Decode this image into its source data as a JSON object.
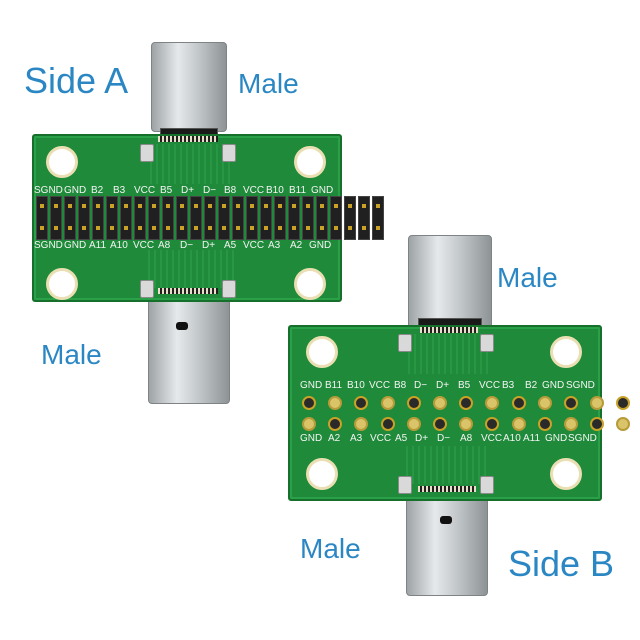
{
  "labels": {
    "side_a": "Side A",
    "side_b": "Side B",
    "male_a_top": "Male",
    "male_a_bottom": "Male",
    "male_b_top": "Male",
    "male_b_bottom": "Male"
  },
  "board_a": {
    "top_pins": [
      "SGND",
      "GND",
      "B2",
      "B3",
      "VCC",
      "B5",
      "D+",
      "D−",
      "B8",
      "VCC",
      "B10",
      "B11",
      "GND"
    ],
    "bottom_pins": [
      "SGND",
      "GND",
      "A11",
      "A10",
      "VCC",
      "A8",
      "D−",
      "D+",
      "A5",
      "VCC",
      "A3",
      "A2",
      "GND"
    ]
  },
  "board_b": {
    "top_pins": [
      "GND",
      "B11",
      "B10",
      "VCC",
      "B8",
      "D−",
      "D+",
      "B5",
      "VCC",
      "B3",
      "B2",
      "GND",
      "SGND"
    ],
    "bottom_pins": [
      "GND",
      "A2",
      "A3",
      "VCC",
      "A5",
      "D+",
      "D−",
      "A8",
      "VCC",
      "A10",
      "A11",
      "GND",
      "SGND"
    ]
  },
  "colors": {
    "callout": "#2b87c3",
    "pcb": "#1f8a3a",
    "silkscreen": "#f4f4f4"
  }
}
